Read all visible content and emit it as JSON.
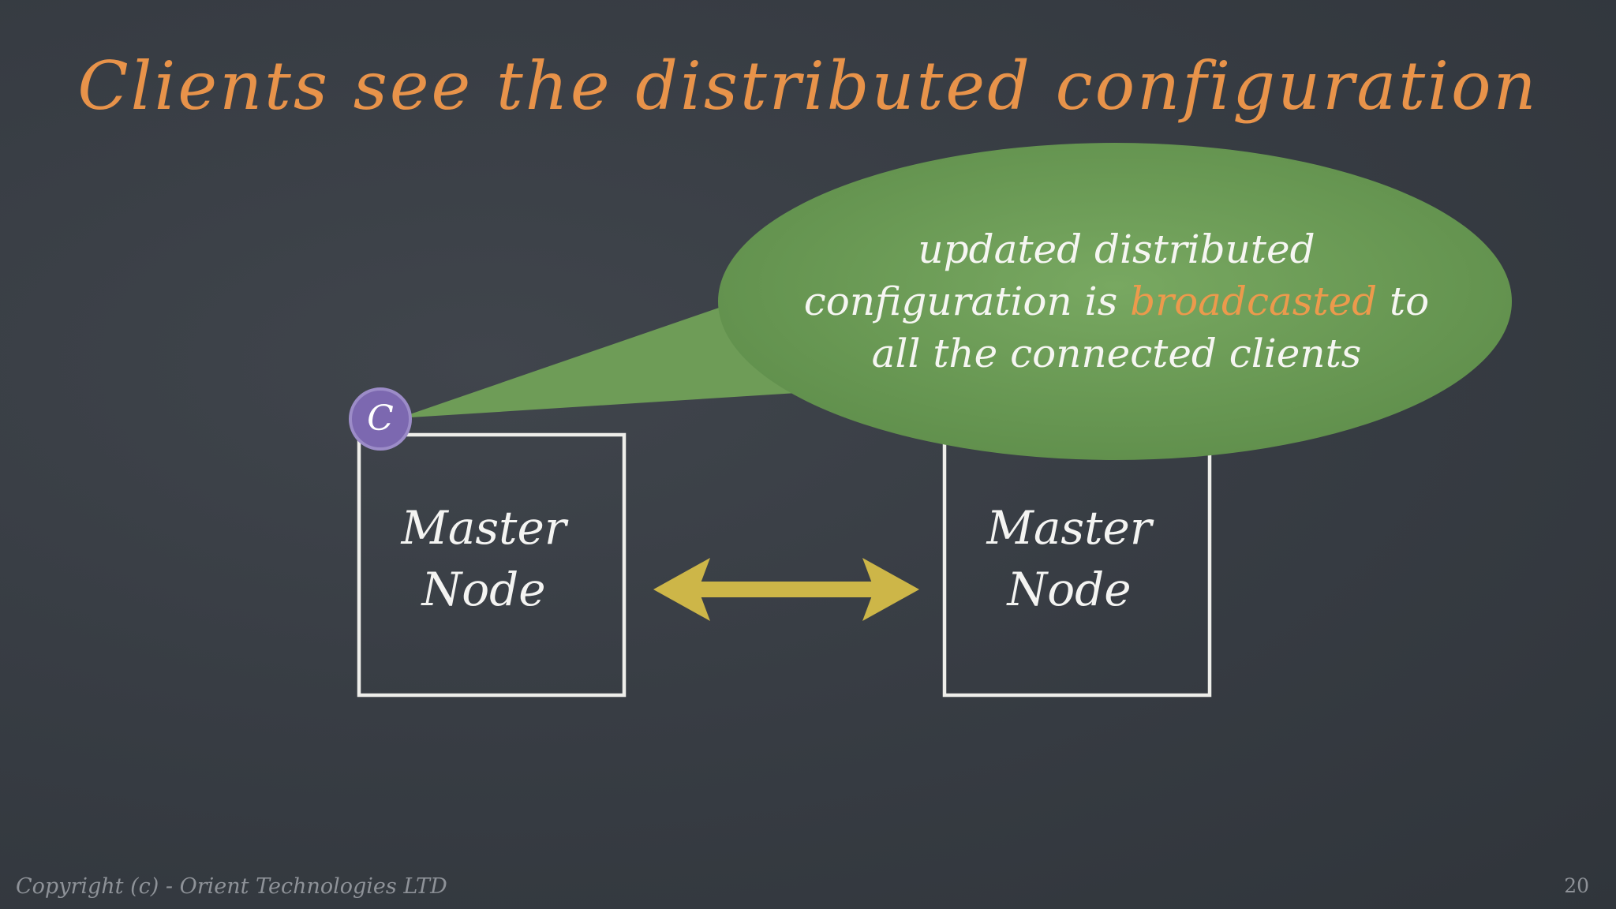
{
  "slide": {
    "title": "Clients see the distributed configuration",
    "page_number": "20",
    "footer": "Copyright (c) - Orient Technologies LTD"
  },
  "diagram": {
    "client": {
      "label": "C",
      "color": "#7c68b0"
    },
    "left_node": {
      "line1": "Master",
      "line2": "Node"
    },
    "right_node": {
      "line1": "Master",
      "line2": "Node"
    },
    "callout": {
      "line1": "updated distributed",
      "line2_pre": "configuration is ",
      "line2_highlight": "broadcasted",
      "line2_post": " to",
      "line3": "all the connected clients",
      "fill_color": "#6e9c57",
      "highlight_color": "#ec9a4c"
    },
    "arrow": {
      "color": "#cdb648",
      "direction": "bidirectional"
    }
  },
  "colors": {
    "background": "#363b42",
    "title": "#e8934a",
    "chalk": "#f4f4f2"
  }
}
